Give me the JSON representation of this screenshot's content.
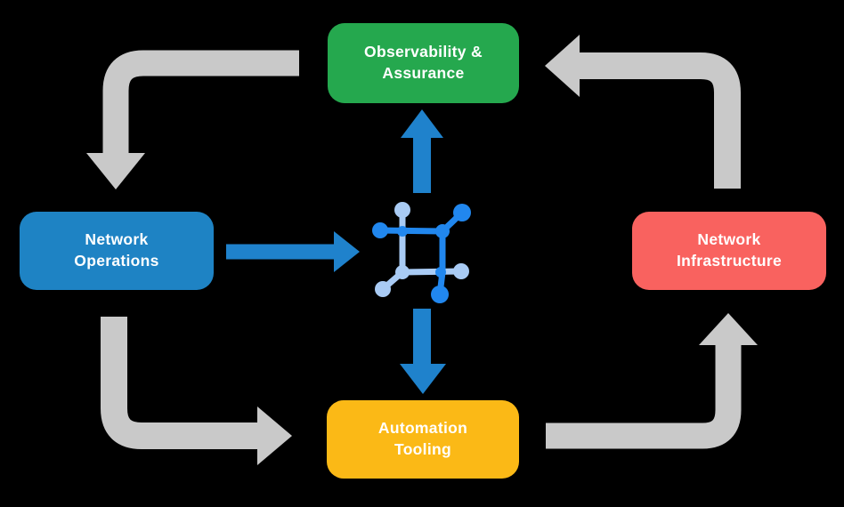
{
  "diagram": {
    "background": "#000000",
    "nodes": {
      "top": {
        "label": "Observability &\nAssurance",
        "color": "#25a84e"
      },
      "left": {
        "label": "Network\nOperations",
        "color": "#1e83c4"
      },
      "right": {
        "label": "Network\nInfrastructure",
        "color": "#f9625f"
      },
      "bottom": {
        "label": "Automation\nTooling",
        "color": "#fbb916"
      }
    },
    "center_icon": {
      "name": "network-fabric-icon",
      "primary_color": "#2187ee",
      "secondary_color": "#a9cbf4"
    },
    "arrows": [
      {
        "from": "Observability & Assurance",
        "to": "Network Operations",
        "color": "#c9c9c9",
        "style": "elbow"
      },
      {
        "from": "Network Operations",
        "to": "Automation Tooling",
        "color": "#c9c9c9",
        "style": "elbow"
      },
      {
        "from": "Automation Tooling",
        "to": "Network Infrastructure",
        "color": "#c9c9c9",
        "style": "elbow"
      },
      {
        "from": "Network Infrastructure",
        "to": "Observability & Assurance",
        "color": "#c9c9c9",
        "style": "elbow"
      },
      {
        "from": "Network Operations",
        "to": "center-icon",
        "color": "#1f82cc",
        "style": "straight"
      },
      {
        "from": "center-icon",
        "to": "Observability & Assurance",
        "color": "#1f82cc",
        "style": "straight"
      },
      {
        "from": "center-icon",
        "to": "Automation Tooling",
        "color": "#1f82cc",
        "style": "straight"
      }
    ]
  }
}
